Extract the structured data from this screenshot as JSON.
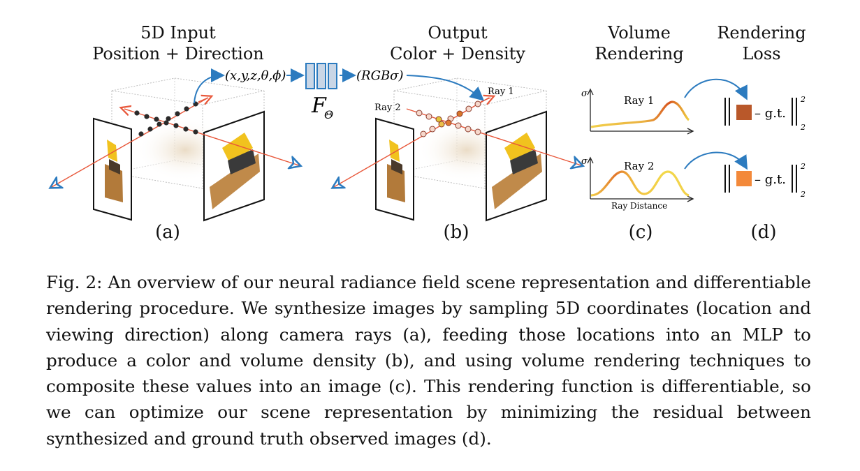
{
  "figure": {
    "headings": {
      "a_line1": "5D Input",
      "a_line2": "Position + Direction",
      "b_line1": "Output",
      "b_line2": "Color + Density",
      "c_line1": "Volume",
      "c_line2": "Rendering",
      "d_line1": "Rendering",
      "d_line2": "Loss"
    },
    "input_label": "(x,y,z,θ,ϕ)",
    "network_label": "F",
    "network_subscript": "Θ",
    "output_label": "(RGBσ)",
    "ray1_label": "Ray 1",
    "ray2_label": "Ray 2",
    "sigma_label": "σ",
    "ray_distance_label": "Ray Distance",
    "loss_gt_label": "– g.t.",
    "loss_norm_sup": "2",
    "loss_norm_sub": "2",
    "panel_labels": [
      "(a)",
      "(b)",
      "(c)",
      "(d)"
    ],
    "colors": {
      "ray_red": "#e8573a",
      "ray_blue": "#2c7bbf",
      "network_fill": "#c9d6e6",
      "network_stroke": "#2c7bbf",
      "ray1_swatch": "#b9582a",
      "ray2_swatch": "#f3893a",
      "sample_dark": "#2a2a2a",
      "curve_start": "#f2d04a",
      "curve_end": "#d8561f"
    }
  },
  "caption": {
    "text": "Fig. 2: An overview of our neural radiance field scene representation and differentiable rendering procedure. We synthesize images by sampling 5D coordinates (location and viewing direction) along camera rays (a), feeding those locations into an MLP to produce a color and volume density (b), and using volume rendering techniques to composite these values into an image (c). This rendering function is differentiable, so we can optimize our scene representation by minimizing the residual between synthesized and ground truth observed images (d)."
  }
}
